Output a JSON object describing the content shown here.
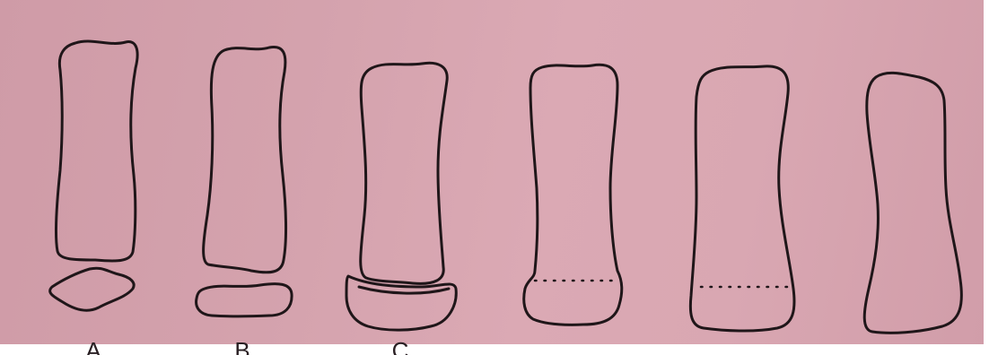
{
  "figure": {
    "stages": [
      {
        "id": "A",
        "label": "A",
        "epiphysis": "separate",
        "physis_line": "none"
      },
      {
        "id": "B",
        "label": "B",
        "epiphysis": "separate",
        "physis_line": "none"
      },
      {
        "id": "C",
        "label": "C",
        "epiphysis": "capping",
        "physis_line": "none"
      },
      {
        "id": "D",
        "label": "",
        "epiphysis": "fusing",
        "physis_line": "dotted"
      },
      {
        "id": "E",
        "label": "",
        "epiphysis": "fused",
        "physis_line": "dotted"
      },
      {
        "id": "F",
        "label": "",
        "epiphysis": "fused",
        "physis_line": "none"
      }
    ],
    "colors": {
      "paper": "#d6a4af",
      "ink": "#1f1619",
      "background": "#ffffff"
    }
  }
}
